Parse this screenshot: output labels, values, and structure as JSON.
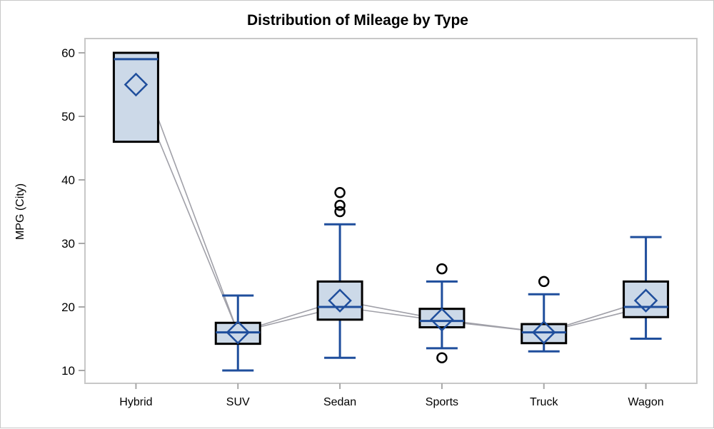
{
  "chart_data": {
    "type": "box",
    "title": "Distribution of Mileage by Type",
    "xlabel": "",
    "ylabel": "MPG (City)",
    "categories": [
      "Hybrid",
      "SUV",
      "Sedan",
      "Sports",
      "Truck",
      "Wagon"
    ],
    "ylim": [
      7,
      62
    ],
    "yticks": [
      10,
      20,
      30,
      40,
      50,
      60
    ],
    "ytick_labels": [
      "10",
      "20",
      "30",
      "40",
      "50",
      "60"
    ],
    "grid": false,
    "legend": "none",
    "colors": {
      "box_fill": "#ccd9e8",
      "box_outline": "#000000",
      "whisker": "#1f4e9c",
      "median": "#1f4e9c",
      "mean_marker": "#1f4e9c",
      "outlier": "#000000",
      "connect_line": "#a0a0a8",
      "axis": "#a8a8a8",
      "frame": "#c8c8c8",
      "title": "#000000"
    },
    "markers": {
      "mean": "diamond",
      "outlier": "open-circle"
    },
    "connect_lines": [
      "mean",
      "median"
    ],
    "boxes": [
      {
        "category": "Hybrid",
        "min_whisker": 46,
        "q1": 46,
        "median": 59,
        "q3": 60,
        "max_whisker": 60,
        "mean": 55,
        "outliers": []
      },
      {
        "category": "SUV",
        "min_whisker": 10,
        "q1": 14.2,
        "median": 16,
        "q3": 17.5,
        "max_whisker": 21.8,
        "mean": 16,
        "outliers": []
      },
      {
        "category": "Sedan",
        "min_whisker": 12,
        "q1": 18,
        "median": 20,
        "q3": 24,
        "max_whisker": 33,
        "mean": 21,
        "outliers": [
          38,
          36,
          35
        ]
      },
      {
        "category": "Sports",
        "min_whisker": 13.5,
        "q1": 16.8,
        "median": 17.8,
        "q3": 19.7,
        "max_whisker": 24,
        "mean": 18,
        "outliers": [
          26,
          12
        ]
      },
      {
        "category": "Truck",
        "min_whisker": 13,
        "q1": 14.3,
        "median": 16,
        "q3": 17.3,
        "max_whisker": 22,
        "mean": 16,
        "outliers": [
          24
        ]
      },
      {
        "category": "Wagon",
        "min_whisker": 15,
        "q1": 18.4,
        "median": 20,
        "q3": 24,
        "max_whisker": 31,
        "mean": 21,
        "outliers": []
      }
    ]
  }
}
